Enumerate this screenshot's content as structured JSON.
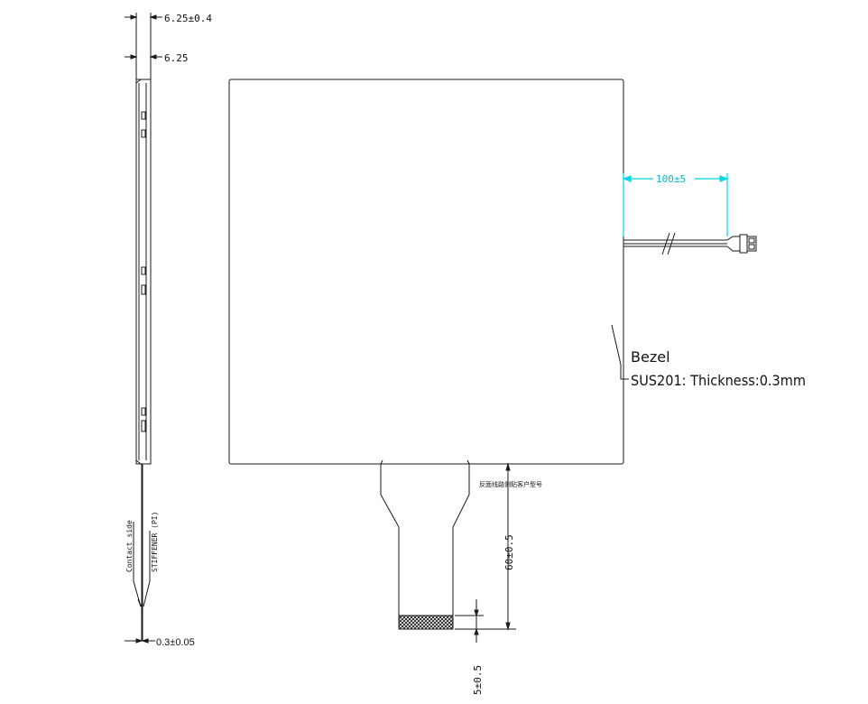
{
  "side_view": {
    "dim_top": "6.25±0.4",
    "dim_second": "6.25",
    "label_contact": "Contact side",
    "label_stiffener": "STIFFENER (PI)",
    "dim_bottom": "0.3±0.05"
  },
  "front_view": {
    "cable_dim": "100±5",
    "bezel_label": "Bezel",
    "material_label": "SUS201: Thickness:0.3mm",
    "chinese_note": "反面线路侧贴客户型号",
    "tail_dim": "60±0.5",
    "tip_dim": "5±0.5"
  },
  "colors": {
    "line": "#1a1a1a",
    "dimension_highlight": "#00d8e8",
    "hatch": "#222222"
  }
}
